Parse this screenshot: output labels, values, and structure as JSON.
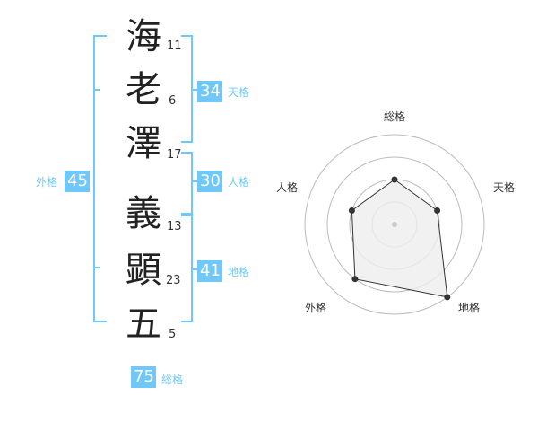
{
  "name_chars": [
    {
      "char": "海",
      "strokes": "11"
    },
    {
      "char": "老",
      "strokes": "6"
    },
    {
      "char": "澤",
      "strokes": "17"
    },
    {
      "char": "義",
      "strokes": "13"
    },
    {
      "char": "顕",
      "strokes": "23"
    },
    {
      "char": "五",
      "strokes": "5"
    }
  ],
  "fortunes": {
    "tenkaku": {
      "value": "34",
      "label": "天格"
    },
    "jinkaku": {
      "value": "30",
      "label": "人格"
    },
    "chikaku": {
      "value": "41",
      "label": "地格"
    },
    "gaikaku": {
      "value": "45",
      "label": "外格"
    },
    "soukaku": {
      "value": "75",
      "label": "総格"
    }
  },
  "radar": {
    "labels": {
      "top": "総格",
      "right": "天格",
      "bottom_right": "地格",
      "bottom_left": "外格",
      "left": "人格"
    },
    "levels": 4,
    "values_order": [
      "総格",
      "天格",
      "地格",
      "外格",
      "人格"
    ],
    "values": [
      2,
      2,
      4,
      3,
      2
    ],
    "colors": {
      "ring": "#bbbbbb",
      "fill": "#eeeeee",
      "line": "#333333",
      "point": "#333333",
      "center": "#cccccc"
    }
  },
  "colors": {
    "accent": "#6fc8f7"
  }
}
